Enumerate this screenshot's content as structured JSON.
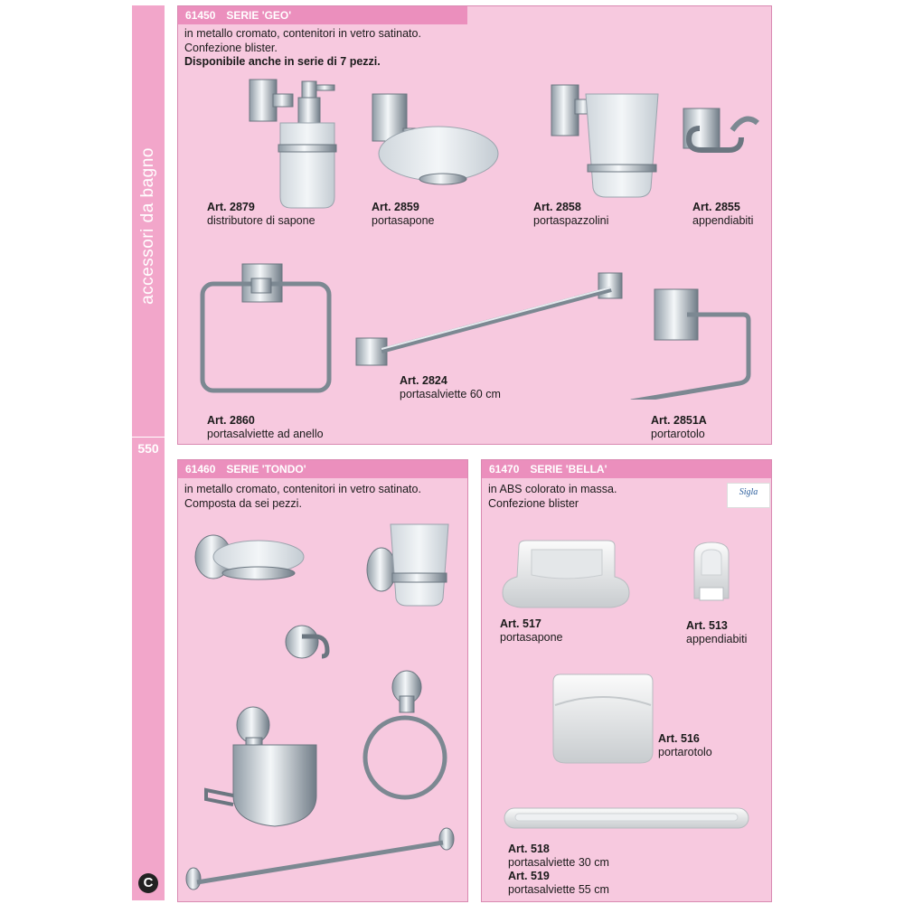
{
  "sidebar": {
    "title": "accessori da bagno",
    "page_number": "550"
  },
  "colors": {
    "pink_light": "#f7c9df",
    "pink_header": "#eb8fbd",
    "pink_side": "#f2a6ca"
  },
  "geo": {
    "code": "61450",
    "name": "SERIE 'GEO'",
    "desc1": "in metallo cromato, contenitori in vetro satinato.",
    "desc2": "Confezione blister.",
    "desc3": "Disponibile anche in serie di 7 pezzi.",
    "items": [
      {
        "art": "Art. 2879",
        "label": "distributore di sapone"
      },
      {
        "art": "Art. 2859",
        "label": "portasapone"
      },
      {
        "art": "Art. 2858",
        "label": "portaspazzolini"
      },
      {
        "art": "Art. 2855",
        "label": "appendiabiti"
      },
      {
        "art": "Art. 2860",
        "label": "portasalviette ad anello"
      },
      {
        "art": "Art. 2824",
        "label": "portasalviette 60 cm"
      },
      {
        "art": "Art. 2851A",
        "label": "portarotolo"
      }
    ]
  },
  "tondo": {
    "code": "61460",
    "name": "SERIE 'TONDO'",
    "desc1": "in metallo cromato, contenitori in vetro satinato.",
    "desc2": "Composta da sei pezzi."
  },
  "bella": {
    "code": "61470",
    "name": "SERIE 'BELLA'",
    "desc1": "in ABS colorato in massa.",
    "desc2": "Confezione blister",
    "brand": "Sigla",
    "items": [
      {
        "art": "Art. 517",
        "label": "portasapone"
      },
      {
        "art": "Art. 513",
        "label": "appendiabiti"
      },
      {
        "art": "Art. 516",
        "label": "portarotolo"
      },
      {
        "art": "Art. 518",
        "label": "portasalviette 30 cm"
      },
      {
        "art": "Art. 519",
        "label": "portasalviette 55 cm"
      }
    ]
  }
}
